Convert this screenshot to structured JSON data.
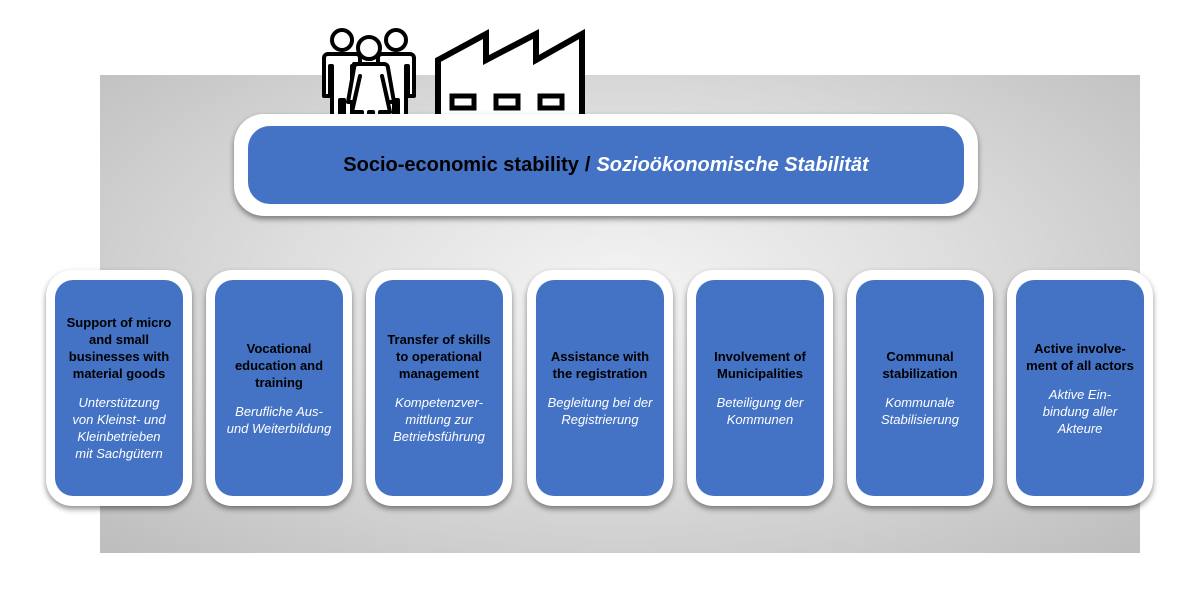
{
  "title": {
    "english": "Socio-economic stability",
    "separator": "/",
    "german": "Sozioökonomische Stabilität"
  },
  "icons": {
    "people": "people-group-icon",
    "factory": "factory-icon"
  },
  "colors": {
    "box_fill": "#4472c4",
    "english_text": "#000000",
    "german_text": "#ffffff"
  },
  "cards": [
    {
      "english": "Support of micro\nand small\nbusinesses with\nmaterial goods",
      "german": "Unterstützung\nvon Kleinst- und\nKleinbetrieben\nmit Sachgütern"
    },
    {
      "english": "Vocational\neducation and\ntraining",
      "german": "Berufliche Aus-\nund Weiterbildung"
    },
    {
      "english": "Transfer of skills\nto operational\nmanagement",
      "german": "Kompetenzver-\nmittlung zur\nBetriebsführung"
    },
    {
      "english": "Assistance with\nthe registration",
      "german": "Begleitung bei der\nRegistrierung"
    },
    {
      "english": "Involvement of\nMunicipalities",
      "german": "Beteiligung der\nKommunen"
    },
    {
      "english": "Communal\nstabilization",
      "german": "Kommunale\nStabilisierung"
    },
    {
      "english": "Active involve-\nment of all actors",
      "german": "Aktive Ein-\nbindung aller\nAkteure"
    }
  ]
}
